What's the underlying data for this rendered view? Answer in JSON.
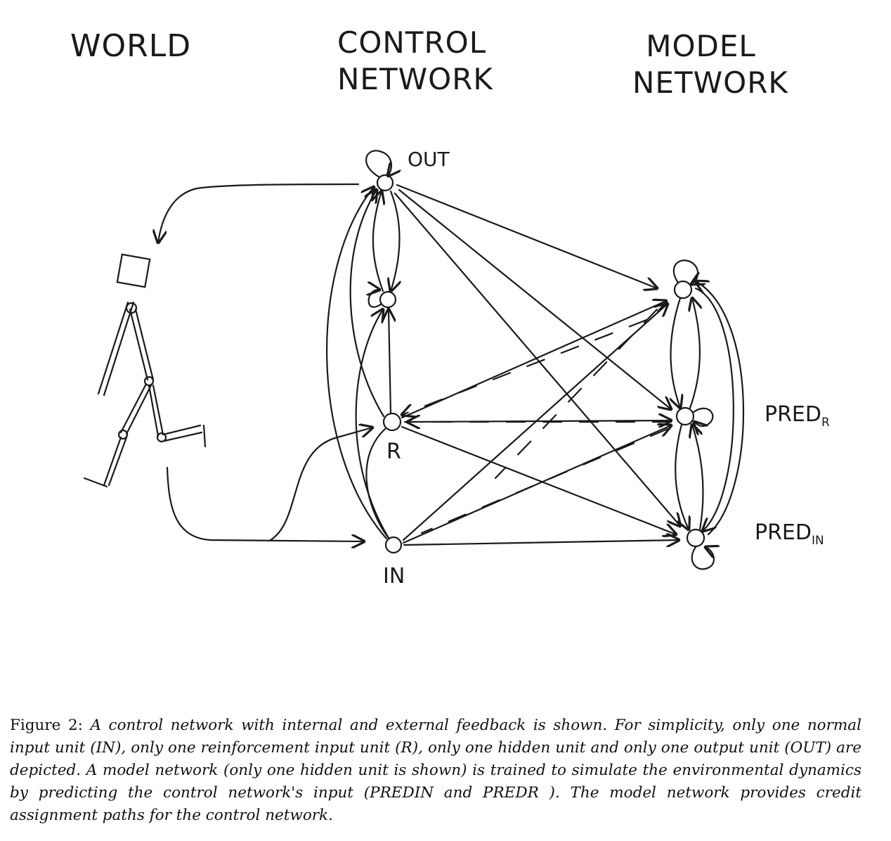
{
  "titles": {
    "world": "WORLD",
    "control_line1": "CONTROL",
    "control_line2": "NETWORK",
    "model_line1": "MODEL",
    "model_line2": "NETWORK"
  },
  "nodes": {
    "out": "OUT",
    "r": "R",
    "in": "IN",
    "pred_r_main": "PRED",
    "pred_r_sub": "R",
    "pred_in_main": "PRED",
    "pred_in_sub": "IN"
  },
  "caption": {
    "figure_label": "Figure 2:",
    "text": "A control network with internal and external feedback is shown. For simplicity, only one normal input unit (IN), only one reinforcement input unit (R), only one hidden unit and only one output unit (OUT) are depicted. A model network (only one hidden unit is shown) is trained to simulate the environmental dynamics by predicting the control network's input (PREDIN and PREDR ). The model network provides credit assignment paths for the control network."
  }
}
